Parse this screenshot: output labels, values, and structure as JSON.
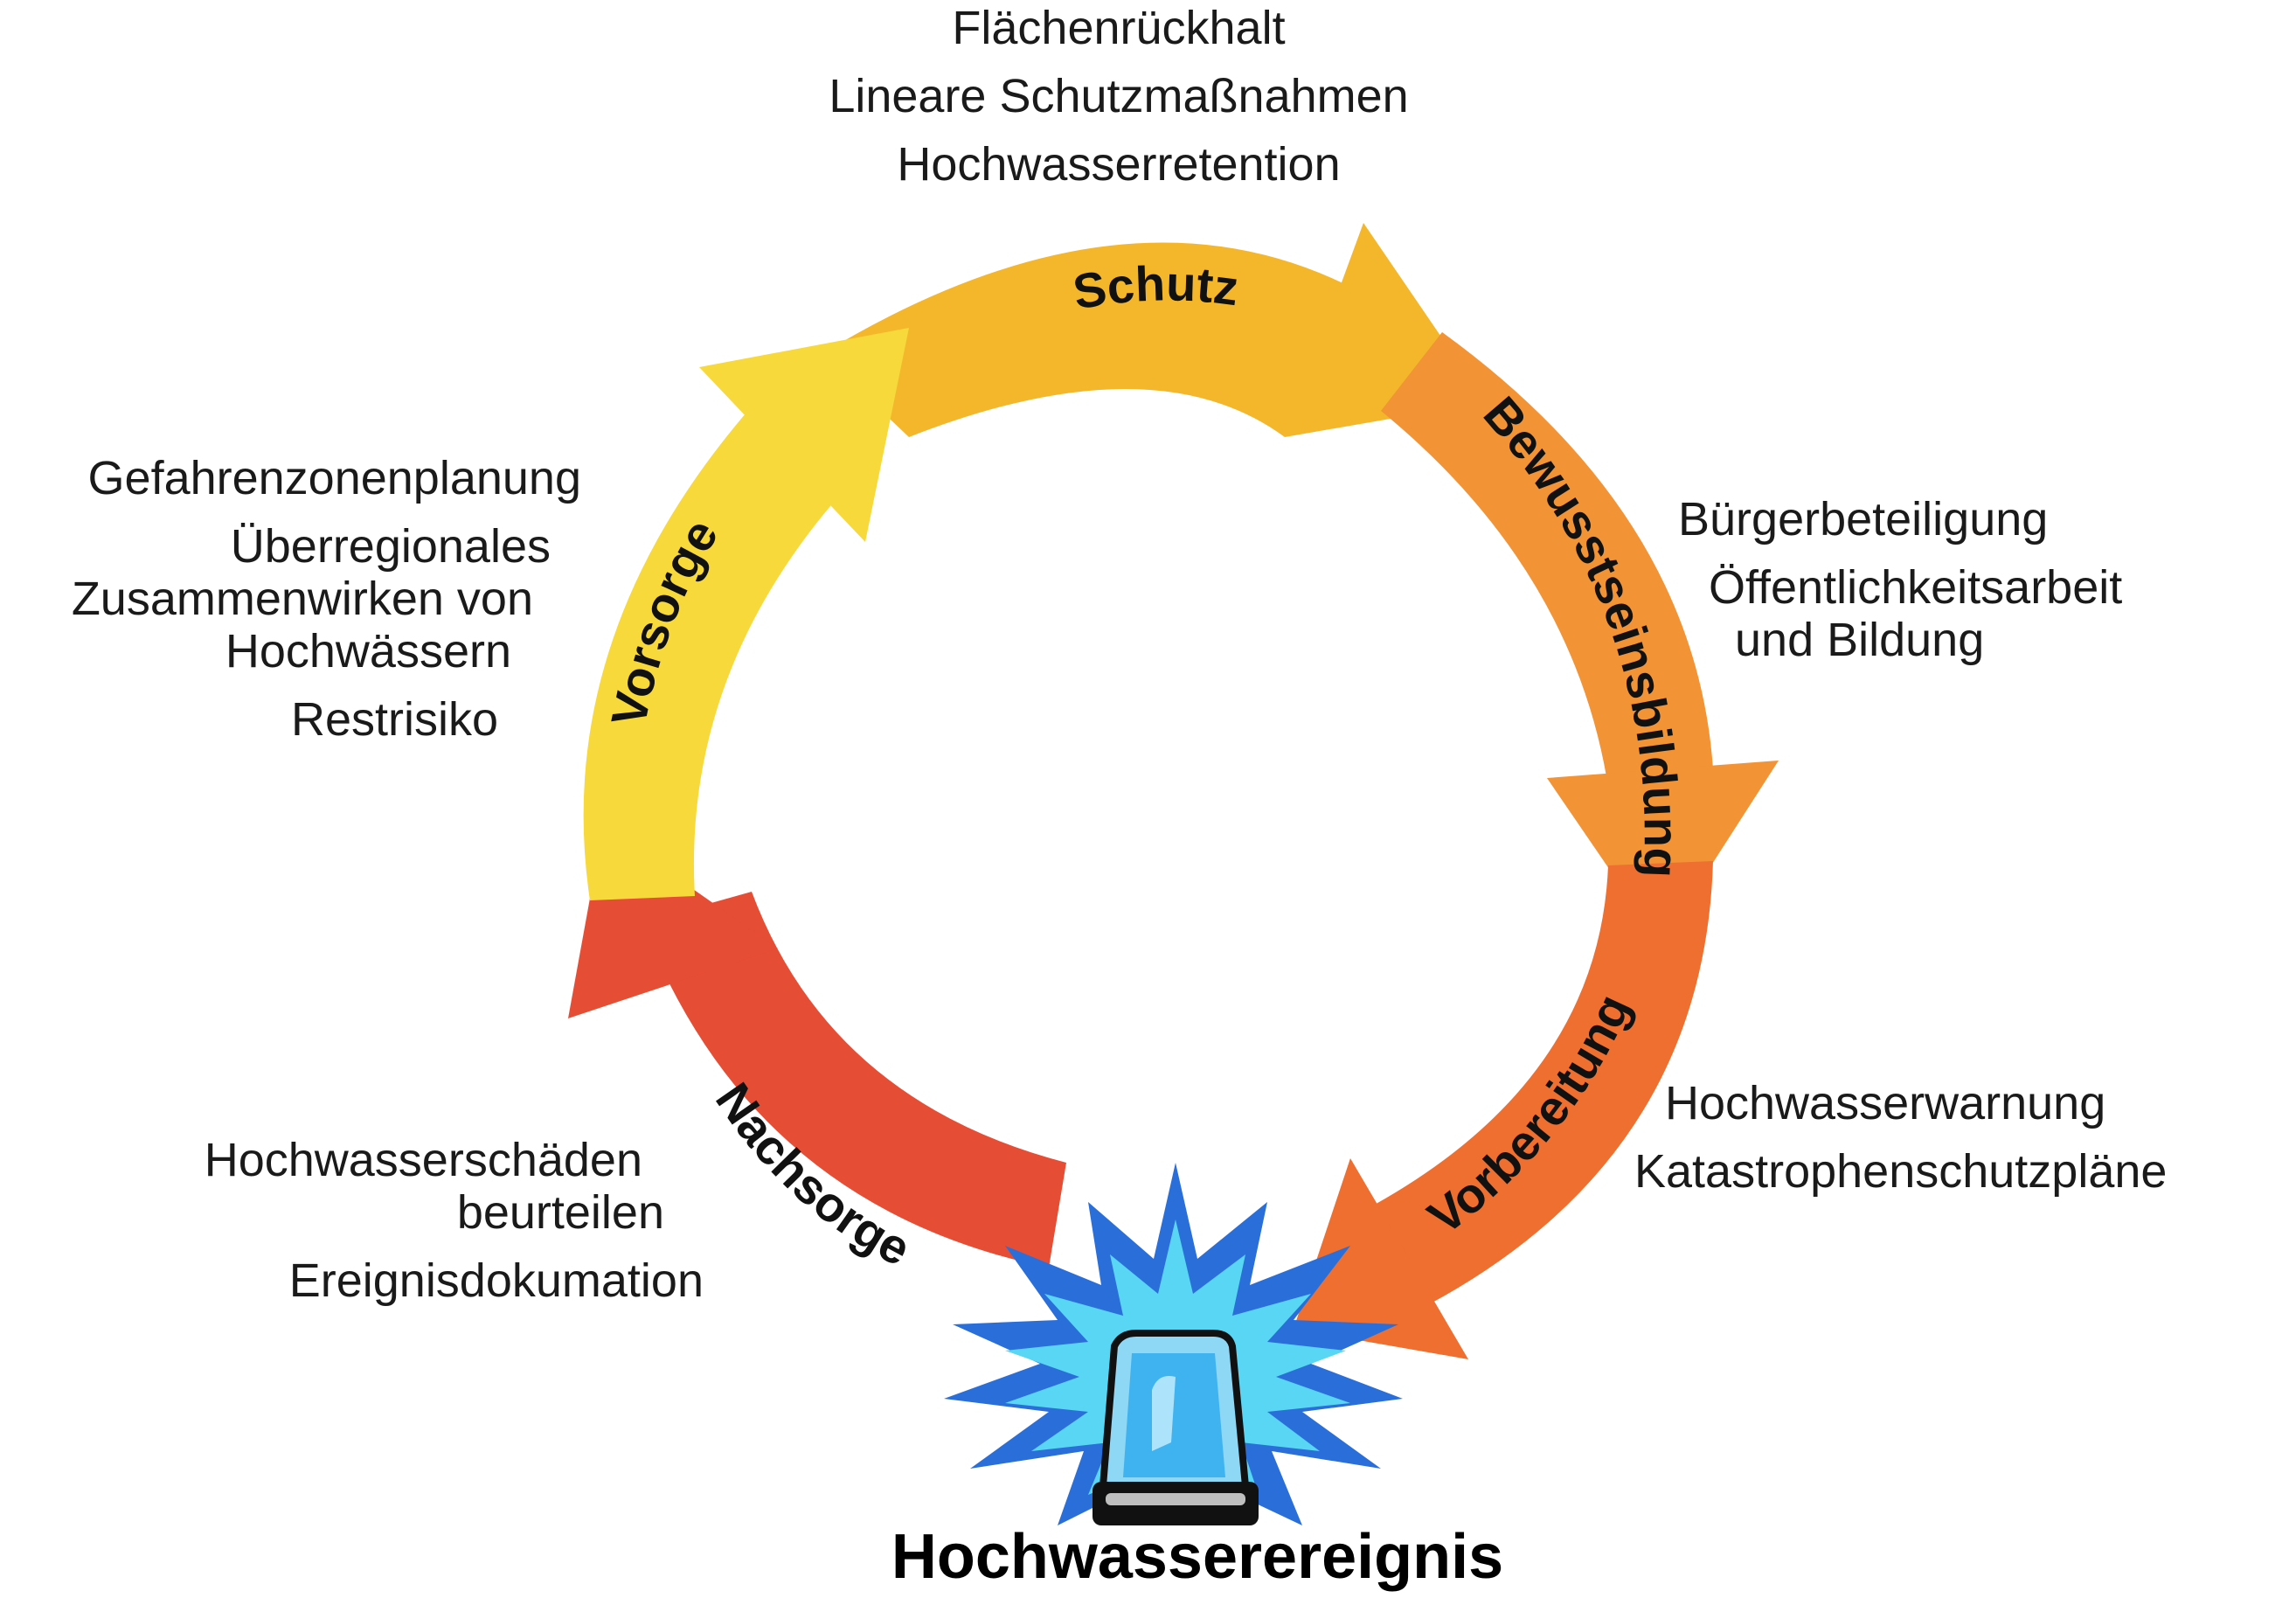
{
  "colors": {
    "schutz": "#f4b72c",
    "bewusstseinsbildung": "#f29336",
    "vorbereitung": "#ee6f2f",
    "nachsorge": "#e64d35",
    "vorsorge": "#f7d93b",
    "siren_blue": "#3fb3f0",
    "burst_light": "#5ad6f5",
    "burst_dark": "#2a6fd9"
  },
  "phases": {
    "schutz": "Schutz",
    "bewusstseinsbildung": "Bewusstseinsbildung",
    "vorbereitung": "Vorbereitung",
    "nachsorge": "Nachsorge",
    "vorsorge": "Vorsorge"
  },
  "notes": {
    "schutz": [
      "Flächenrückhalt",
      "Lineare Schutzmaßnahmen",
      "Hochwasserretention"
    ],
    "bewusstseinsbildung": [
      "Bürgerbeteiligung",
      "Öffentlichkeitsarbeit",
      "und Bildung"
    ],
    "vorbereitung": [
      "Hochwasserwarnung",
      "Katastrophenschutzpläne"
    ],
    "nachsorge": [
      "Hochwasserschäden",
      "beurteilen",
      "Ereignisdokumation"
    ],
    "vorsorge": [
      "Gefahrenzonenplanung",
      "Überregionales",
      "Zusammenwirken von",
      "Hochwässern",
      "Restrisiko"
    ]
  },
  "event": {
    "title": "Hochwasserereignis",
    "icon": "blue-siren-icon"
  }
}
